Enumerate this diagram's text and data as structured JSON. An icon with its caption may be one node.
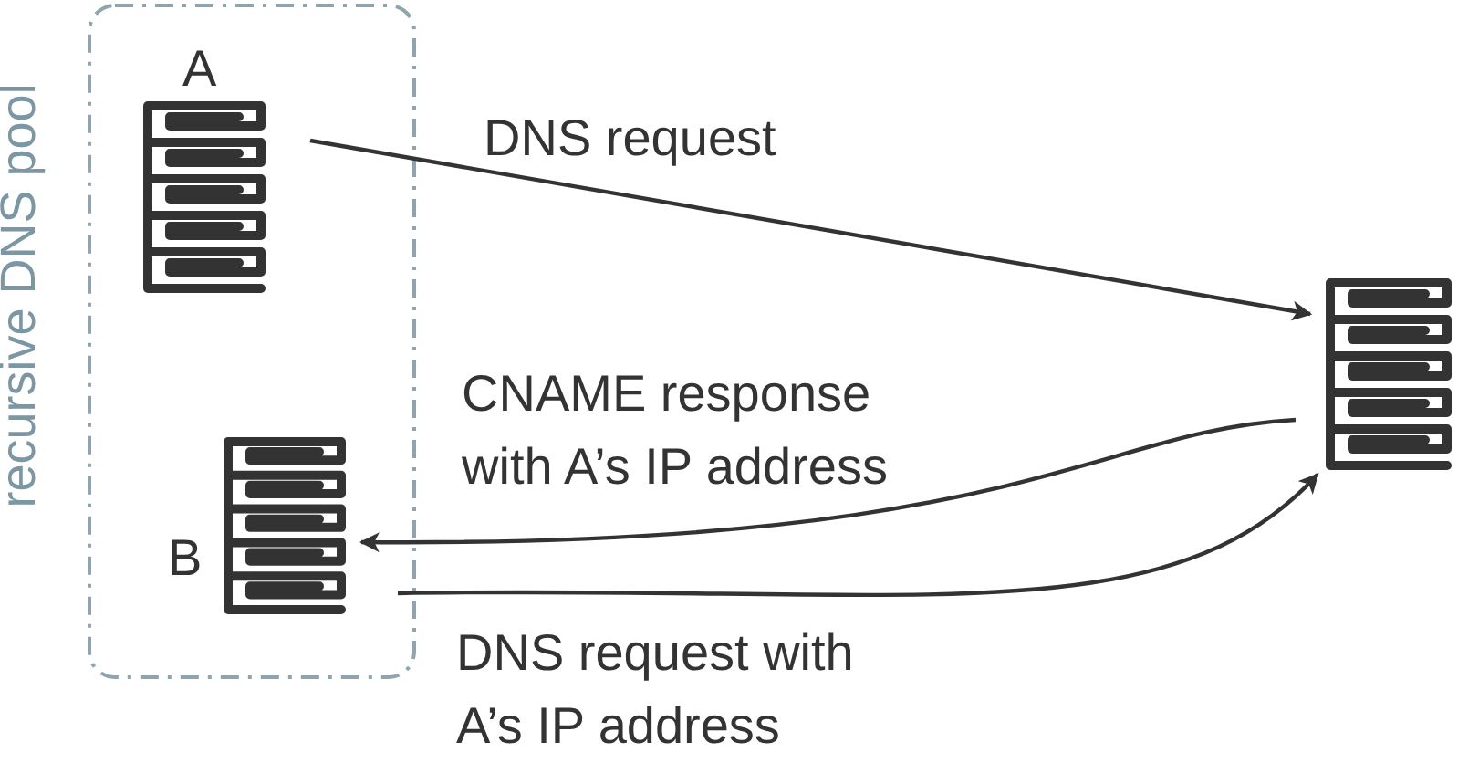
{
  "diagram": {
    "nodes": [
      {
        "text": [
          "recursive DNS pool"
        ]
      },
      {
        "text": [
          "A"
        ],
        "in": 0
      },
      {
        "text": [
          "B"
        ],
        "in": 0
      },
      {
        "text": [],
        "shape": "server"
      }
    ],
    "edges": [
      {
        "from": 1,
        "to": 3,
        "arrow": "to",
        "label": "DNS request"
      },
      {
        "from": 3,
        "to": 2,
        "arrow": "to",
        "label": "CNAME response with A’s IP address"
      },
      {
        "from": 2,
        "to": 3,
        "arrow": "to",
        "label": "DNS request with A’s IP address"
      }
    ]
  }
}
